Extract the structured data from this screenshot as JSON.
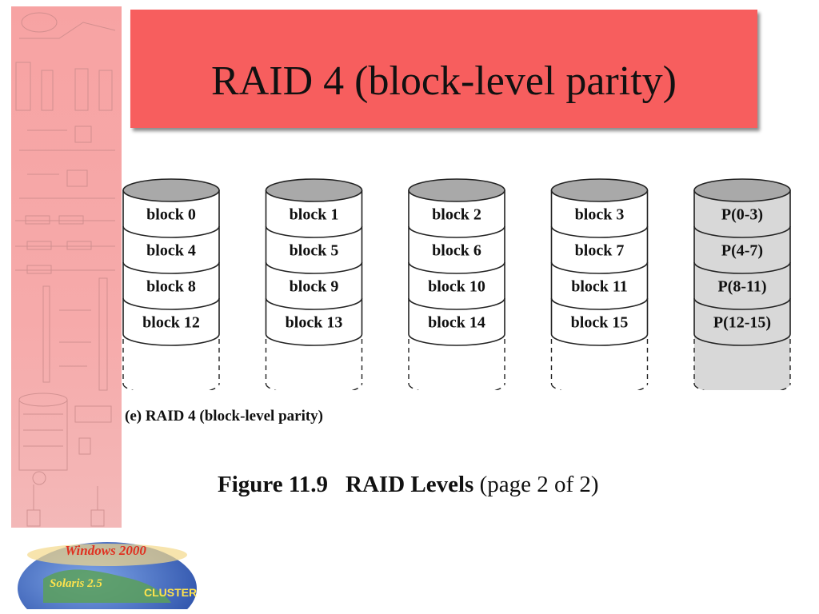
{
  "slide": {
    "title": "RAID 4 (block-level parity)",
    "caption": "(e) RAID 4 (block-level parity)",
    "figure_number": "Figure 11.9",
    "figure_title": "RAID Levels",
    "figure_suffix": "(page 2 of 2)"
  },
  "logo": {
    "text_top": "Windows 2000",
    "text_left": "Solaris 2.5",
    "text_right": "CLUSTER"
  },
  "disks": [
    {
      "blocks": [
        "block 0",
        "block 4",
        "block 8",
        "block 12"
      ],
      "parity": false
    },
    {
      "blocks": [
        "block 1",
        "block 5",
        "block 9",
        "block 13"
      ],
      "parity": false
    },
    {
      "blocks": [
        "block 2",
        "block 6",
        "block 10",
        "block 14"
      ],
      "parity": false
    },
    {
      "blocks": [
        "block 3",
        "block 7",
        "block 11",
        "block 15"
      ],
      "parity": false
    },
    {
      "blocks": [
        "P(0-3)",
        "P(4-7)",
        "P(8-11)",
        "P(12-15)"
      ],
      "parity": true
    }
  ],
  "colors": {
    "title_bg": "#f75e5e",
    "disk_top": "#a9a9a9",
    "parity_fill": "#d8d8d8",
    "disk_fill": "#ffffff"
  }
}
